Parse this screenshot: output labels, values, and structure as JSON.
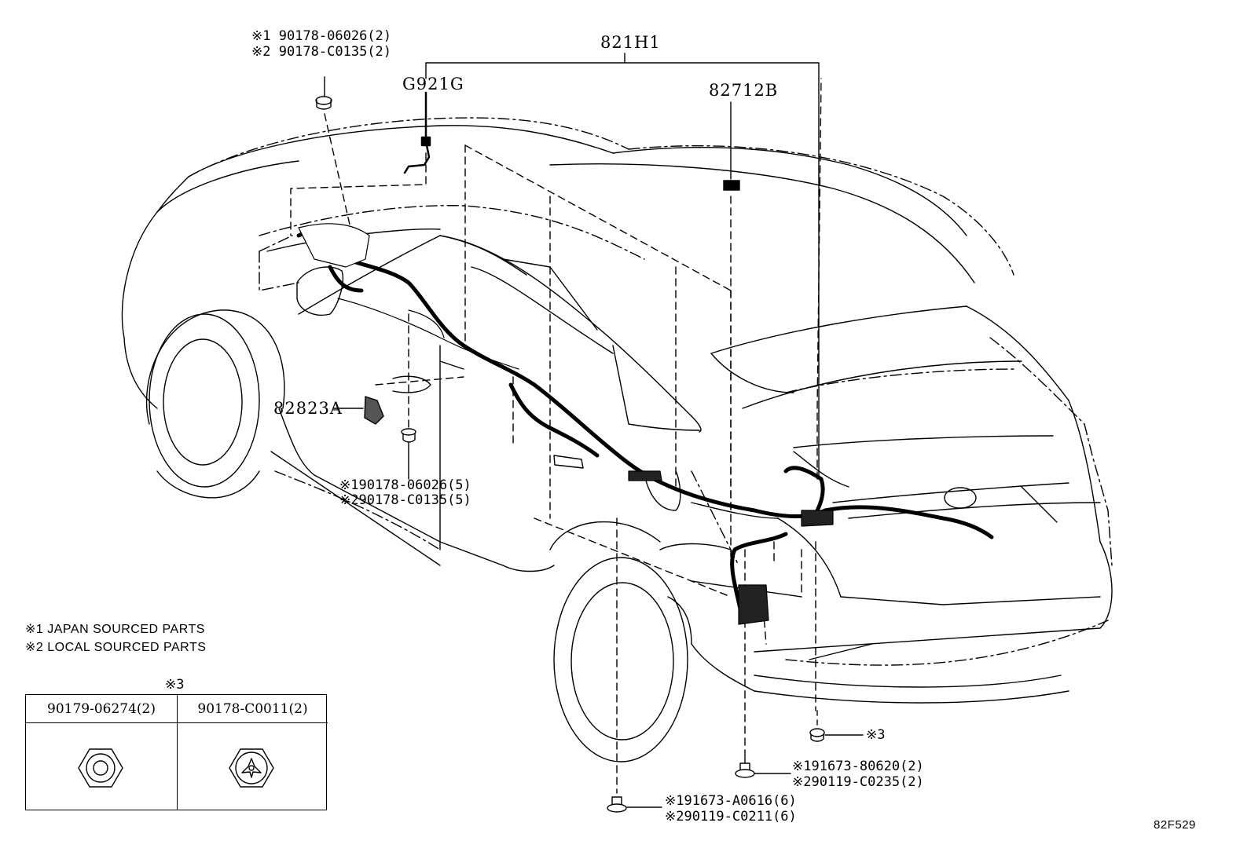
{
  "labels": {
    "grommet_top_1": "※1 90178-06026(2)",
    "grommet_top_2": "※2 90178-C0135(2)",
    "harness_main": "821H1",
    "harness_g921g": "G921G",
    "harness_82712b": "82712B",
    "bracket_82823a": "82823A",
    "clip_mid_1": "※190178-06026(5)",
    "clip_mid_2": "※290178-C0135(5)",
    "nut_ref3": "※3",
    "bolt_right_1": "※191673-80620(2)",
    "bolt_right_2": "※290119-C0235(2)",
    "bolt_bottom_1": "※191673-A0616(6)",
    "bolt_bottom_2": "※290119-C0211(6)",
    "figure_code": "82F529"
  },
  "legend": {
    "note_1": "※1 JAPAN SOURCED PARTS",
    "note_2": "※2 LOCAL SOURCED PARTS"
  },
  "ref_table": {
    "marker": "※3",
    "columns": [
      {
        "part": "90179-06274(2)",
        "icon": "hex-nut-icon"
      },
      {
        "part": "90178-C0011(2)",
        "icon": "flange-nut-icon"
      }
    ]
  }
}
